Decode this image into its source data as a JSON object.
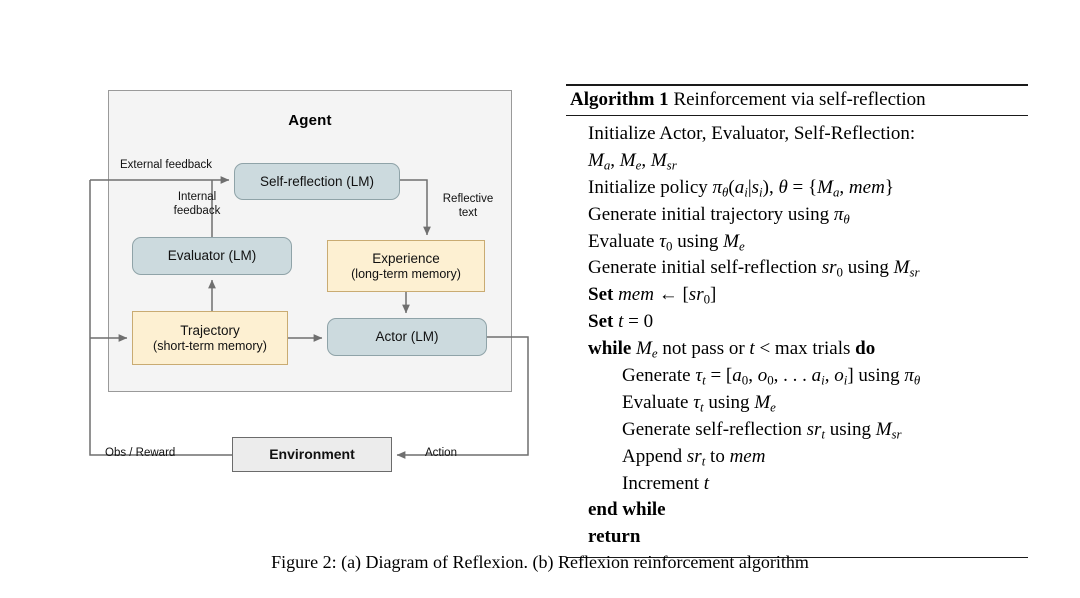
{
  "figure": {
    "caption": "Figure 2: (a) Diagram of Reflexion. (b) Reflexion reinforcement algorithm"
  },
  "diagram": {
    "panel_title": "Agent",
    "colors": {
      "panel_fill": "#f4f4f4",
      "panel_border": "#9a9a9a",
      "blue_fill": "#ccdade",
      "blue_border": "#8fa3a8",
      "yellow_fill": "#fdf0d2",
      "yellow_border": "#c9ab72",
      "gray_fill": "#ececec",
      "gray_border": "#6b6b6b",
      "wire": "#6f6f6f"
    },
    "nodes": [
      {
        "id": "self-reflection",
        "label": "Self-reflection (LM)",
        "sublabel": "",
        "style": "blue"
      },
      {
        "id": "evaluator",
        "label": "Evaluator (LM)",
        "sublabel": "",
        "style": "blue"
      },
      {
        "id": "experience",
        "label": "Experience",
        "sublabel": "(long-term memory)",
        "style": "yellow"
      },
      {
        "id": "trajectory",
        "label": "Trajectory",
        "sublabel": "(short-term memory)",
        "style": "yellow"
      },
      {
        "id": "actor",
        "label": "Actor (LM)",
        "sublabel": "",
        "style": "blue"
      },
      {
        "id": "environment",
        "label": "Environment",
        "sublabel": "",
        "style": "gray"
      }
    ],
    "edge_labels": {
      "external_feedback": "External feedback",
      "internal_feedback_line1": "Internal",
      "internal_feedback_line2": "feedback",
      "reflective_line1": "Reflective",
      "reflective_line2": "text",
      "obs_reward": "Obs / Reward",
      "action": "Action"
    }
  },
  "algorithm": {
    "number_label": "Algorithm 1",
    "title": "Reinforcement via self-reflection",
    "lines": [
      {
        "indent": 0,
        "text": "Initialize Actor, Evaluator, Self-Reflection:"
      },
      {
        "indent": 0,
        "text": "Ma, Me, Msr"
      },
      {
        "indent": 0,
        "text": "Initialize policy piθ(ai|si), θ = {Ma, mem}"
      },
      {
        "indent": 0,
        "text": "Generate initial trajectory using piθ"
      },
      {
        "indent": 0,
        "text": "Evaluate τ0 using Me"
      },
      {
        "indent": 0,
        "text": "Generate initial self-reflection sr0 using Msr"
      },
      {
        "indent": 0,
        "text": "Set mem ← [sr0]"
      },
      {
        "indent": 0,
        "text": "Set t = 0"
      },
      {
        "indent": 0,
        "text": "while Me not pass or t < max trials do"
      },
      {
        "indent": 1,
        "text": "Generate τt = [a0, o0, . . . ai, oi] using piθ"
      },
      {
        "indent": 1,
        "text": "Evaluate τt using Me"
      },
      {
        "indent": 1,
        "text": "Generate self-reflection srt using Msr"
      },
      {
        "indent": 1,
        "text": "Append srt to mem"
      },
      {
        "indent": 1,
        "text": "Increment t"
      },
      {
        "indent": 0,
        "text": "end while"
      },
      {
        "indent": 0,
        "text": "return"
      }
    ]
  }
}
